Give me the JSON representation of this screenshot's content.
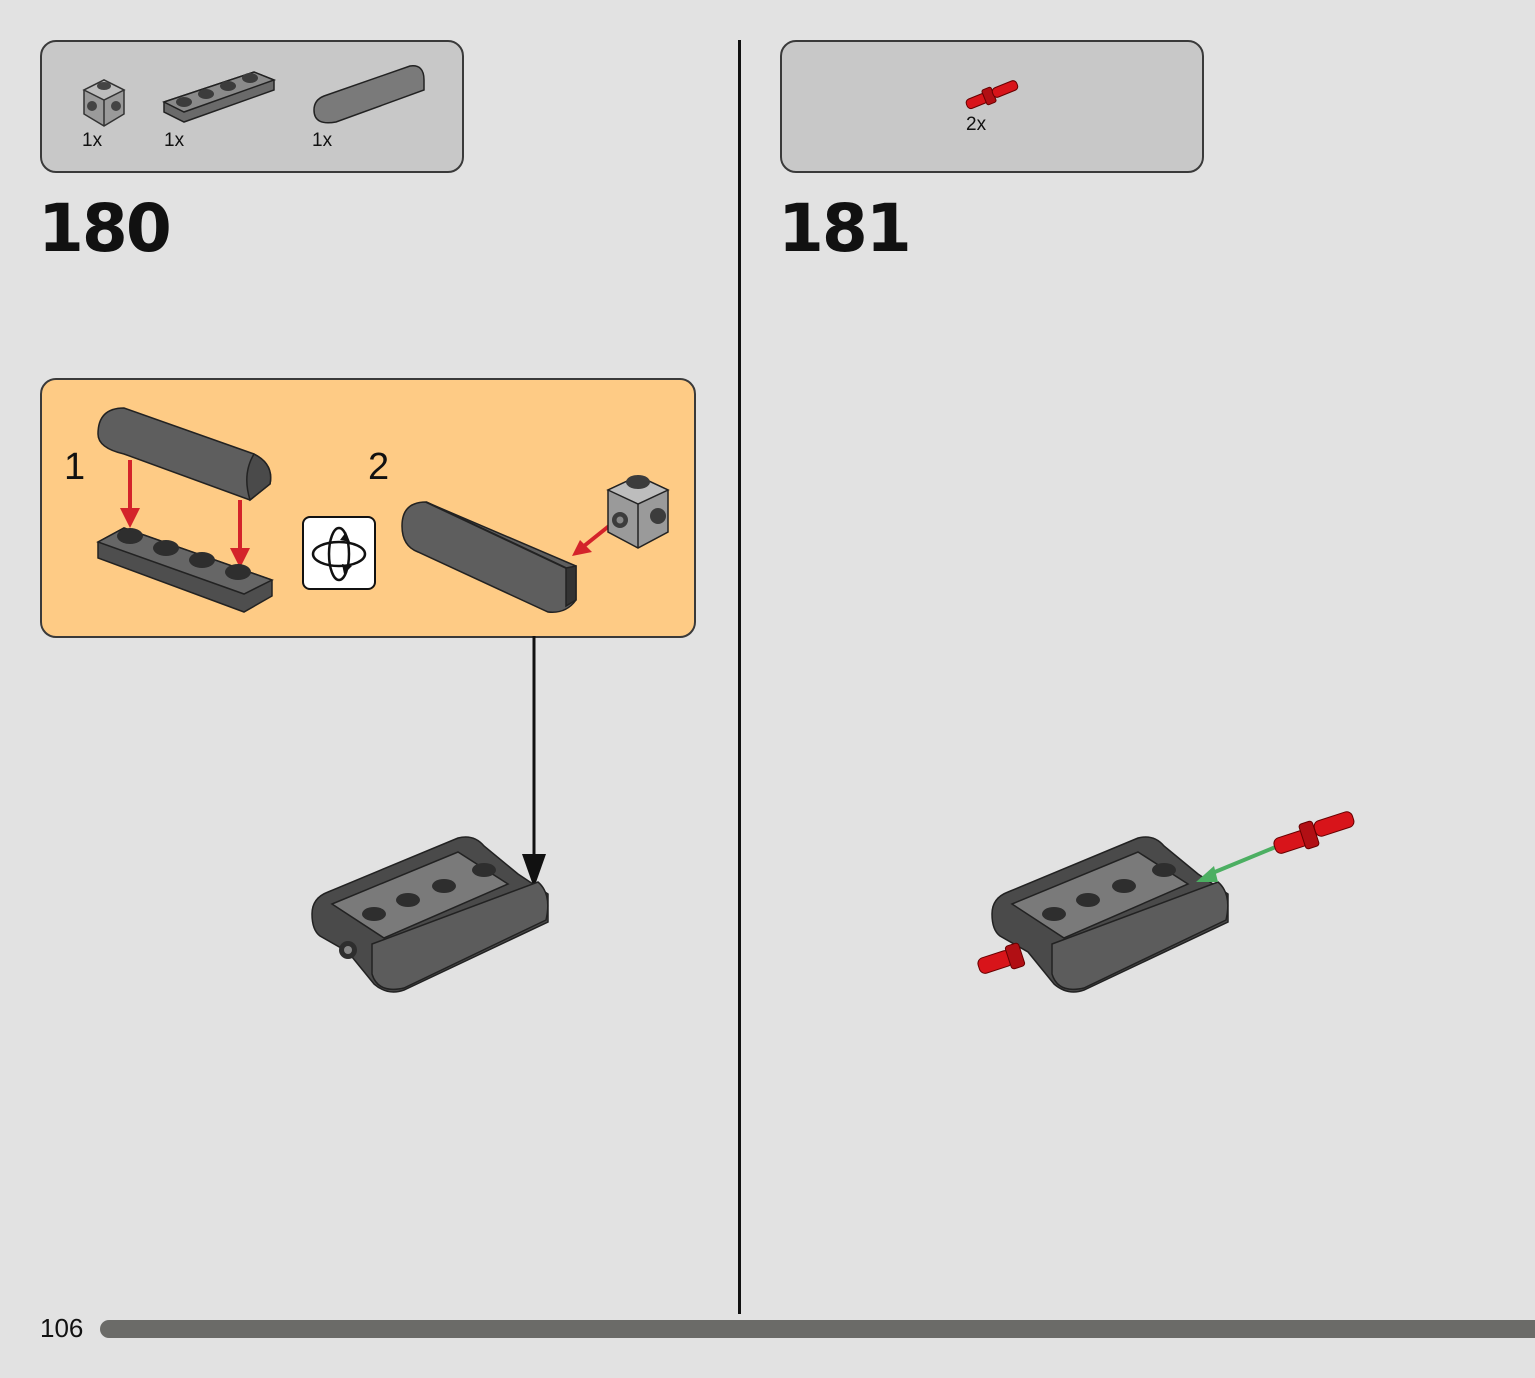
{
  "steps": [
    {
      "number": "180",
      "parts": [
        {
          "qty": "1x",
          "icon": "brick-1x1-studs-on-sides-icon"
        },
        {
          "qty": "1x",
          "icon": "plate-1x4-icon"
        },
        {
          "qty": "1x",
          "icon": "curved-slope-1x4-icon"
        }
      ],
      "sub_steps": [
        {
          "number": "1"
        },
        {
          "number": "2"
        }
      ],
      "rotate_icon": "rotate-model-icon"
    },
    {
      "number": "181",
      "parts": [
        {
          "qty": "2x",
          "icon": "red-pin-icon"
        }
      ]
    }
  ],
  "page": {
    "number": "106"
  },
  "colors": {
    "background": "#e2e2e2",
    "parts_box": "#c8c8c8",
    "sub_panel": "#fecb85",
    "brick_dark": "#5a5a5a",
    "red_arrow": "#d4232a",
    "green_arrow": "#4caf62",
    "pin_red": "#d8141a"
  }
}
